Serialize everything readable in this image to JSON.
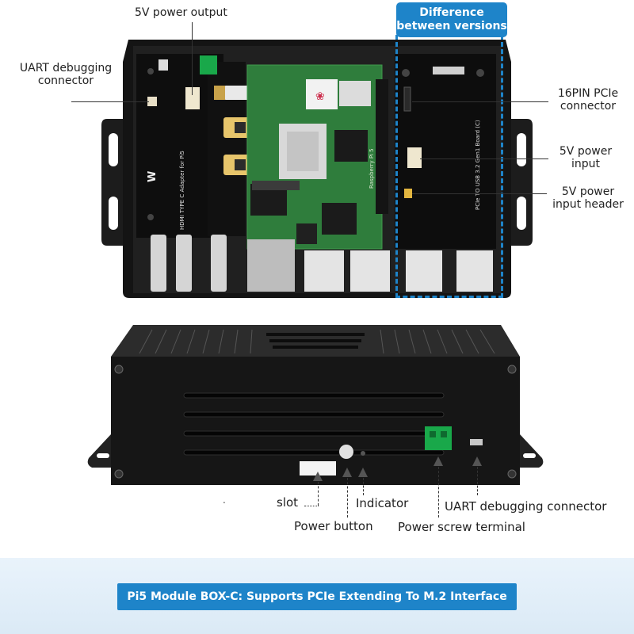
{
  "top_board": {
    "callouts": {
      "power_output": "5V power output",
      "uart_debug": [
        "UART debugging",
        "connector"
      ],
      "pcie_16pin": [
        "16PIN PCIe",
        "connector"
      ],
      "power_input": [
        "5V power",
        "input"
      ],
      "power_input_header": [
        "5V power",
        "input header"
      ]
    },
    "diff_badge": [
      "Difference",
      "between versions"
    ],
    "silkscreen": {
      "hdmi_adapter": "HDMI TYPE C Adapter for Pi5",
      "pcie_usb": "PCIe TO USB 3.2 Gen1 Board (C)",
      "raspberry": "Raspberry Pi 5"
    }
  },
  "enclosure": {
    "callouts": {
      "slot": "slot",
      "indicator": "Indicator",
      "uart_debug": "UART debugging connector",
      "power_button": "Power button",
      "power_terminal": "Power screw terminal"
    },
    "dot": "."
  },
  "banner": {
    "text": "Pi5 Module BOX-C: Supports PCIe Extending To M.2 Interface"
  },
  "colors": {
    "accent": "#1e84c9",
    "case": "#1b1b1b",
    "pcb_green": "#2f7d3c",
    "terminal_green": "#19a84a"
  }
}
